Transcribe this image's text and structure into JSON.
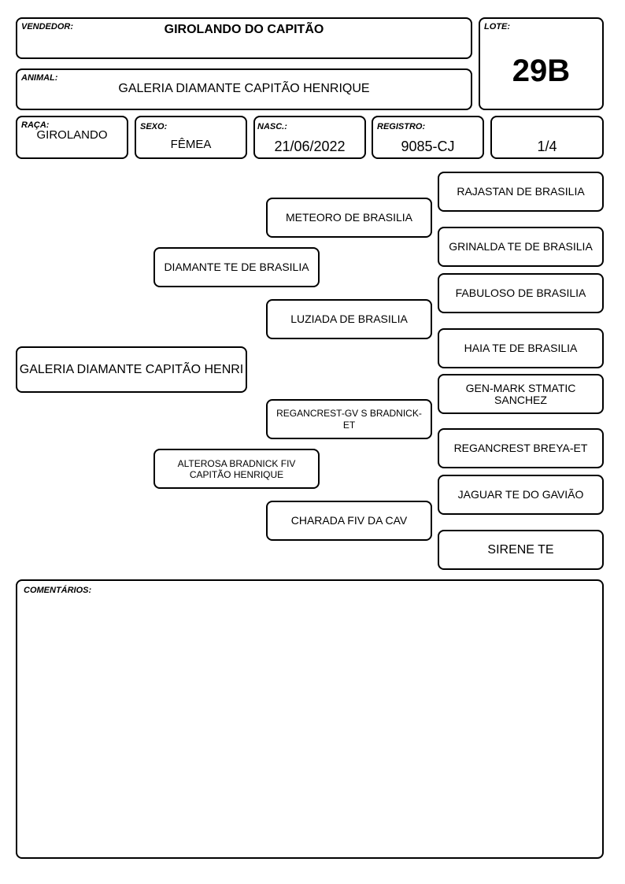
{
  "header": {
    "vendedor_label": "VENDEDOR:",
    "vendedor": "GIROLANDO DO CAPITÃO",
    "lote_label": "LOTE:",
    "lote": "29B",
    "animal_label": "ANIMAL:",
    "animal": "GALERIA DIAMANTE CAPITÃO HENRIQUE"
  },
  "info": {
    "raca_label": "RAÇA:",
    "raca": "GIROLANDO",
    "sexo_label": "SEXO:",
    "sexo": "FÊMEA",
    "nasc_label": "NASC.:",
    "nasc": "21/06/2022",
    "registro_label": "REGISTRO:",
    "registro": "9085-CJ",
    "grau": "1/4"
  },
  "pedigree": {
    "animal": "GALERIA DIAMANTE CAPITÃO HENRI",
    "sire": "DIAMANTE TE DE BRASILIA",
    "dam": "ALTEROSA BRADNICK FIV CAPITÃO HENRIQUE",
    "sire_sire": "METEORO DE BRASILIA",
    "sire_dam": "LUZIADA DE BRASILIA",
    "dam_sire": "REGANCREST-GV S BRADNICK- ET",
    "dam_dam": "CHARADA FIV DA CAV",
    "ggp": [
      "RAJASTAN DE BRASILIA",
      "GRINALDA TE DE BRASILIA",
      "FABULOSO DE BRASILIA",
      "HAIA TE DE BRASILIA",
      "GEN-MARK STMATIC SANCHEZ",
      "REGANCREST BREYA-ET",
      "JAGUAR TE DO GAVIÃO",
      "SIRENE TE"
    ]
  },
  "comments": {
    "label": "COMENTÁRIOS:",
    "text": ""
  }
}
